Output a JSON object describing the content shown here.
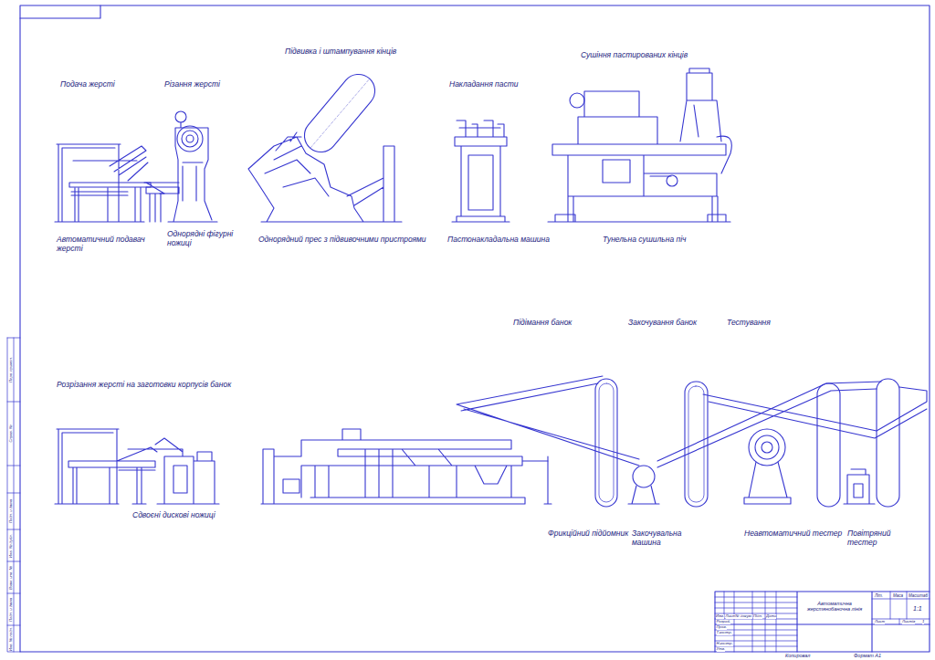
{
  "diagram": {
    "labels": [
      "Подача жерсті",
      "Різання жерсті",
      "Підвивка і штампування кінців",
      "Накладання пасти",
      "Сушіння пастированих кінців",
      "Автоматичний подавач жерсті",
      "Однорядні фігурні ножиці",
      "Однорядний прес з підвивочними пристроями",
      "Пастонакладальна машина",
      "Тунельна сушильна піч",
      "Розрізання жерсті на заготовки корпусів банок",
      "Підімання банок",
      "Закочування банок",
      "Тестування",
      "Сдвоєні дискові ножиці",
      "Фрикційний підйомник",
      "Закочувальна машина",
      "Неавтоматичний тестер",
      "Повітряний тестер",
      "Перв. примен.",
      "Справ. №",
      "Подп. и дата",
      "Инв. № дубл.",
      "Взам. инв. №",
      "Подп. и дата",
      "Инв. № подл.",
      "Изм.",
      "Лист",
      "№ докум.",
      "Підп.",
      "Дата",
      "Розраб.",
      "Пров.",
      "Т.контр.",
      "Н.контр.",
      "Утв.",
      "Автоматична жерстянобаночна лінія",
      "Літ.",
      "Маса",
      "Масштаб",
      "1:1",
      "Лист",
      "Листів",
      "1",
      "Копировал",
      "Формат A1"
    ]
  }
}
